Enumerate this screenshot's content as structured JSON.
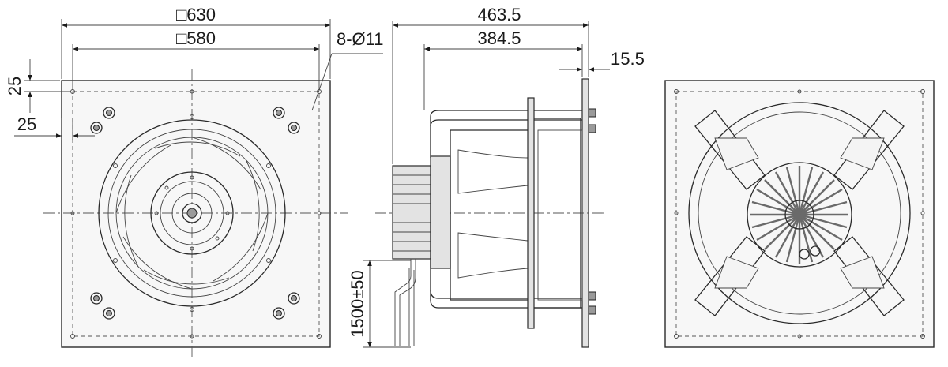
{
  "dimensions": {
    "front_outer_width": "□630",
    "front_hole_pitch": "□580",
    "mounting_holes": "8-Ø11",
    "front_edge_offset_vertical": "25",
    "front_edge_offset_horizontal": "25",
    "side_total_depth": "463.5",
    "side_depth_to_flange": "384.5",
    "side_flange_thickness": "15.5",
    "cable_length": "1500±50"
  },
  "colors": {
    "line": "#2a2a2a",
    "plate_fill": "#f7f7f7",
    "part_fill": "#e3e3e3"
  }
}
